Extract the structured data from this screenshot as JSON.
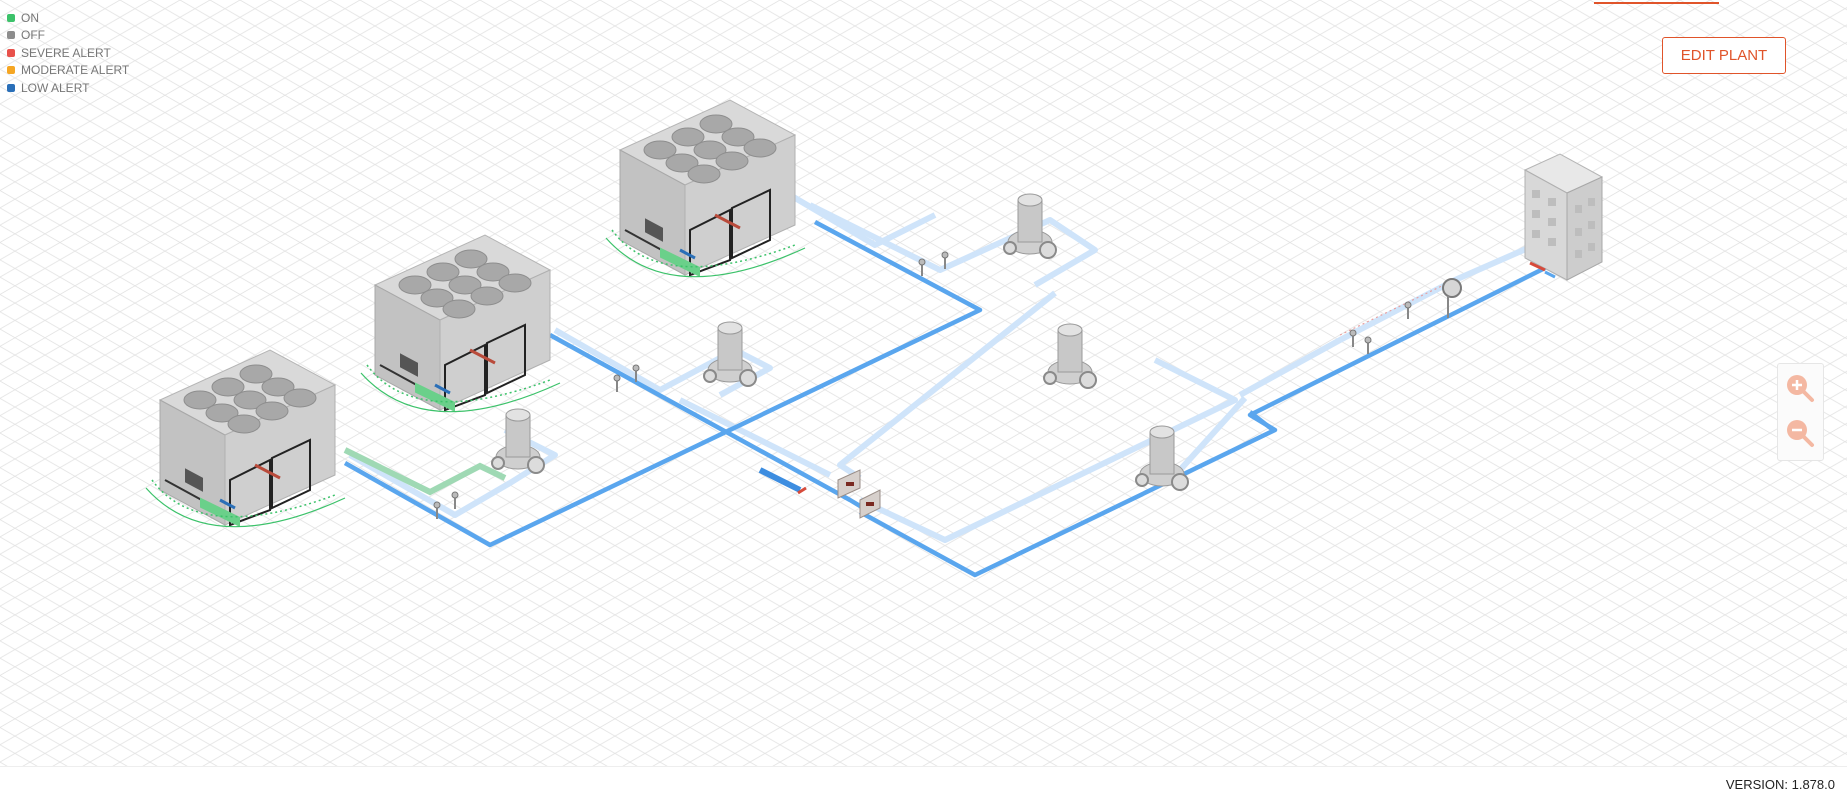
{
  "legend": {
    "items": [
      {
        "label": "ON",
        "color": "#3cc26a"
      },
      {
        "label": "OFF",
        "color": "#8d8d8d"
      },
      {
        "label": "SEVERE ALERT",
        "color": "#e8514b"
      },
      {
        "label": "MODERATE ALERT",
        "color": "#f5a623"
      },
      {
        "label": "LOW ALERT",
        "color": "#2a6fb8"
      }
    ]
  },
  "toolbar": {
    "edit_plant_label": "EDIT PLANT"
  },
  "zoom": {
    "in_icon": "zoom-in-icon",
    "out_icon": "zoom-out-icon"
  },
  "footer": {
    "version": "VERSION: 1.878.0"
  },
  "colors": {
    "accent": "#e0542a",
    "pipe_blue": "#5aa6ee",
    "pipe_light": "#cfe4fa",
    "pipe_green": "#9fd9b4",
    "grid": "#e6e6e6"
  }
}
